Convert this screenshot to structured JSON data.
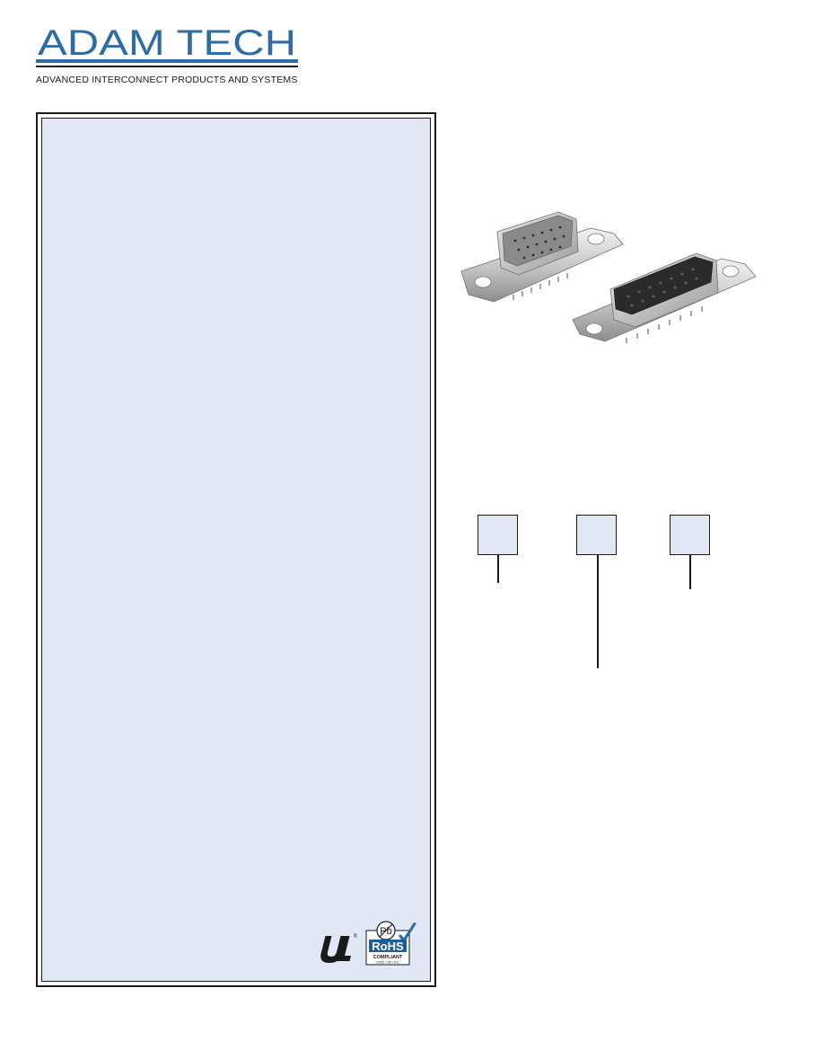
{
  "brand": {
    "name": "ADAM TECH",
    "tagline": "ADVANCED INTERCONNECT PRODUCTS AND SYSTEMS",
    "color": "#2e6da4"
  },
  "panel": {
    "background": "#e1e7f4"
  },
  "certifications": {
    "ul": {
      "icon": "ul-recognized-icon",
      "mark": "®"
    },
    "rohs": {
      "icon": "rohs-compliant-icon",
      "pb": "Pb",
      "label": "RoHS",
      "status": "COMPLIANT",
      "directive": "2002 / 95 / EC"
    }
  },
  "product_image": {
    "icon": "d-sub-connector-photo"
  },
  "part_number": {
    "boxes": [
      {
        "value": ""
      },
      {
        "value": ""
      },
      {
        "value": ""
      }
    ]
  }
}
